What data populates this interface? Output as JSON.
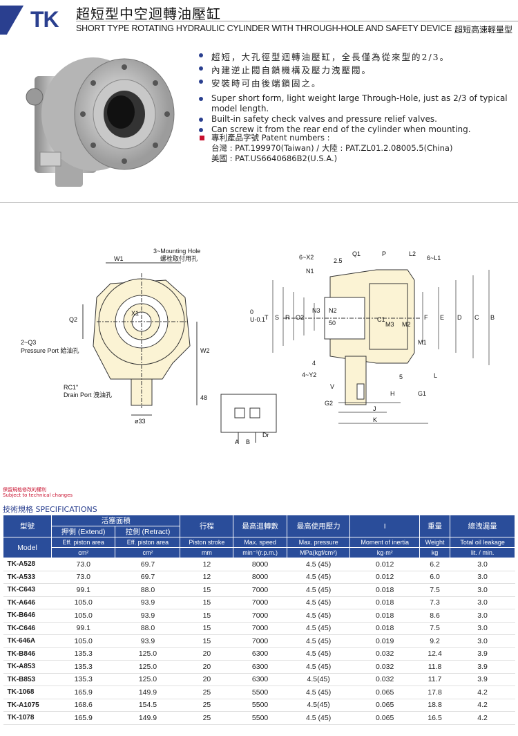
{
  "header": {
    "logo": "TK",
    "title_cn": "超短型中空迴轉油壓缸",
    "title_en": "SHORT TYPE ROTATING HYDRAULIC CYLINDER WITH THROUGH-HOLE AND SAFETY DEVICE",
    "tag_cn": "超短高速輕量型"
  },
  "features": {
    "cn": [
      "超短，大孔徑型迴轉油壓缸，全長僅為從來型的2/3。",
      "內建逆止閥自鎖機構及壓力洩壓閥。",
      "安裝時可由後端鎖固之。"
    ],
    "en": [
      "Super short form, light weight large Through-Hole, just as 2/3 of typical model length.",
      "Built-in safety check valves and pressure relief valves.",
      "Can screw it from the rear end of the cylinder when mounting."
    ]
  },
  "patent": {
    "label": "專利產品字號 Patent numbers :",
    "line1": "台灣 : PAT.199970(Taiwan) / 大陸 : PAT.ZL01.2.08005.5(China)",
    "line2": "美國 : PAT.US6640686B2(U.S.A.)"
  },
  "drawing": {
    "left": {
      "mounting_cn": "螺栓取付用孔",
      "mounting": "3~Mounting Hole",
      "w1": "W1",
      "q2": "Q2",
      "x1": "X1",
      "w2": "W2",
      "pressure": "2~Q3",
      "pressure_en": "Pressure Port 給油孔",
      "rc": "RC1\"",
      "drain": "Drain Port 洩油孔",
      "d48": "48",
      "d33": "ø33"
    },
    "right": {
      "x2": "6~X2",
      "q1": "Q1",
      "p": "P",
      "l2": "L2",
      "l1": "6~L1",
      "n1": "N1",
      "d25": "2.5",
      "n3": "N3",
      "n2": "N2",
      "d50": "50",
      "c1": "C1",
      "m3": "M3",
      "m2": "M2",
      "m1": "M1",
      "u": "U-0.1",
      "u0": "0",
      "t": "T",
      "s": "S",
      "r": "R",
      "o2": "O2",
      "f": "F",
      "e": "E",
      "d": "D",
      "c": "C",
      "b": "B",
      "d4": "4",
      "y2": "4~Y2",
      "v": "V",
      "g2": "G2",
      "h": "H",
      "g1": "G1",
      "d5": "5",
      "l": "L",
      "j": "J",
      "k": "K"
    },
    "hyd": {
      "a": "A",
      "b": "B",
      "dr": "Dr"
    }
  },
  "spec": {
    "note_cn": "保留規格修改的權利",
    "note_en": "Subject to technical changes",
    "title": "技術規格 SPECIFICATIONS",
    "h1": {
      "model_cn": "型號",
      "area_cn": "活塞面積",
      "stroke_cn": "行程",
      "speed_cn": "最高迴轉數",
      "pressure_cn": "最高使用壓力",
      "inertia": "I",
      "weight_cn": "重量",
      "leak_cn": "總洩漏量"
    },
    "h2": {
      "extend": "押側 (Extend)",
      "retract": "拉側 (Retract)"
    },
    "h3": {
      "model": "Model",
      "eff_ext": "Eff. piston area",
      "eff_ret": "Eff. piston area",
      "stroke": "Piston stroke",
      "speed": "Max. speed",
      "pressure": "Max. pressure",
      "inertia": "Moment of inertia",
      "weight": "Weight",
      "leak": "Total oil leakage"
    },
    "h4": {
      "u1": "cm²",
      "u2": "cm²",
      "u3": "mm",
      "u4": "min⁻¹(r.p.m.)",
      "u5": "MPa(kgf/cm²)",
      "u6": "kg·m²",
      "u7": "kg",
      "u8": "lit. / min."
    },
    "rows": [
      [
        "TK-A528",
        "73.0",
        "69.7",
        "12",
        "8000",
        "4.5 (45)",
        "0.012",
        "6.2",
        "3.0"
      ],
      [
        "TK-A533",
        "73.0",
        "69.7",
        "12",
        "8000",
        "4.5 (45)",
        "0.012",
        "6.0",
        "3.0"
      ],
      [
        "TK-C643",
        "99.1",
        "88.0",
        "15",
        "7000",
        "4.5 (45)",
        "0.018",
        "7.5",
        "3.0"
      ],
      [
        "TK-A646",
        "105.0",
        "93.9",
        "15",
        "7000",
        "4.5 (45)",
        "0.018",
        "7.3",
        "3.0"
      ],
      [
        "TK-B646",
        "105.0",
        "93.9",
        "15",
        "7000",
        "4.5 (45)",
        "0.018",
        "8.6",
        "3.0"
      ],
      [
        "TK-C646",
        "99.1",
        "88.0",
        "15",
        "7000",
        "4.5 (45)",
        "0.018",
        "7.5",
        "3.0"
      ],
      [
        "TK-646A",
        "105.0",
        "93.9",
        "15",
        "7000",
        "4.5 (45)",
        "0.019",
        "9.2",
        "3.0"
      ],
      [
        "TK-B846",
        "135.3",
        "125.0",
        "20",
        "6300",
        "4.5 (45)",
        "0.032",
        "12.4",
        "3.9"
      ],
      [
        "TK-A853",
        "135.3",
        "125.0",
        "20",
        "6300",
        "4.5 (45)",
        "0.032",
        "11.8",
        "3.9"
      ],
      [
        "TK-B853",
        "135.3",
        "125.0",
        "20",
        "6300",
        "4.5(45)",
        "0.032",
        "11.7",
        "3.9"
      ],
      [
        "TK-1068",
        "165.9",
        "149.9",
        "25",
        "5500",
        "4.5 (45)",
        "0.065",
        "17.8",
        "4.2"
      ],
      [
        "TK-A1075",
        "168.6",
        "154.5",
        "25",
        "5500",
        "4.5(45)",
        "0.065",
        "18.8",
        "4.2"
      ],
      [
        "TK-1078",
        "165.9",
        "149.9",
        "25",
        "5500",
        "4.5 (45)",
        "0.065",
        "16.5",
        "4.2"
      ]
    ]
  }
}
